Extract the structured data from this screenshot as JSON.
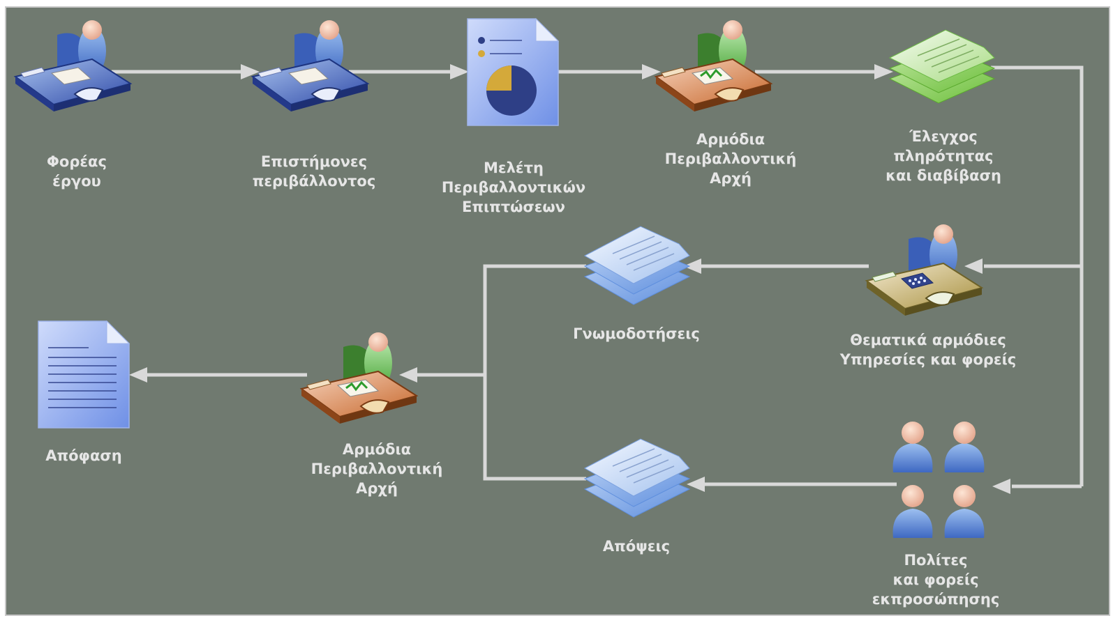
{
  "colors": {
    "background": "#707a70",
    "connector": "#d9d9d9",
    "label_text": "#e6e6e6"
  },
  "nodes": {
    "developer": {
      "icon": "person-at-desk-blue-icon",
      "label": [
        "Φορέας",
        "έργου"
      ]
    },
    "scientists": {
      "icon": "person-at-desk-blue-icon",
      "label": [
        "Επιστήμονες",
        "περιβάλλοντος"
      ]
    },
    "study": {
      "icon": "report-document-pie-chart-icon",
      "label": [
        "Μελέτη",
        "Περιβαλλοντικών",
        "Επιπτώσεων"
      ]
    },
    "authority_top": {
      "icon": "person-at-desk-green-icon",
      "label": [
        "Αρμόδια",
        "Περιβαλλοντική",
        "Αρχή"
      ]
    },
    "completeness": {
      "icon": "stacked-documents-green-icon",
      "label": [
        "Έλεγχος",
        "πληρότητας",
        "και διαβίβαση"
      ]
    },
    "agencies": {
      "icon": "person-at-desk-calculator-icon",
      "label": [
        "Θεματικά αρμόδιες",
        "Υπηρεσίες και φορείς"
      ]
    },
    "opinions": {
      "icon": "stacked-documents-blue-icon",
      "label": [
        "Γνωμοδοτήσεις"
      ]
    },
    "authority_bottom": {
      "icon": "person-at-desk-green-icon",
      "label": [
        "Αρμόδια",
        "Περιβαλλοντική",
        "Αρχή"
      ]
    },
    "decision": {
      "icon": "document-lines-icon",
      "label": [
        "Απόφαση"
      ]
    },
    "views": {
      "icon": "stacked-documents-blue-icon",
      "label": [
        "Απόψεις"
      ]
    },
    "citizens": {
      "icon": "group-of-people-icon",
      "label": [
        "Πολίτες",
        "και φορείς",
        "εκπροσώπησης"
      ]
    }
  }
}
